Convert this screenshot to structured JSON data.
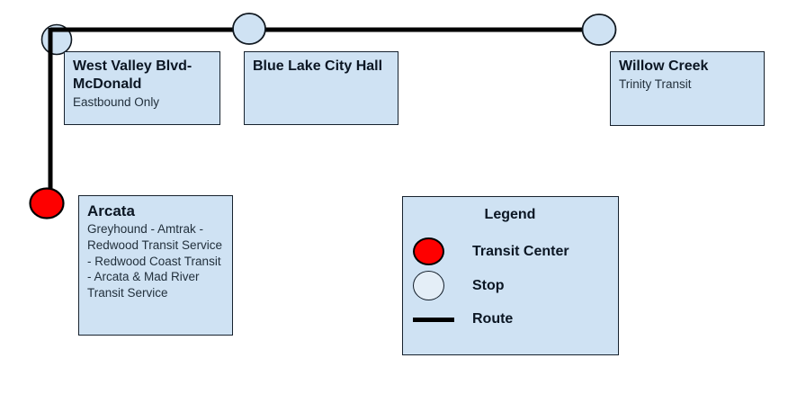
{
  "map": {
    "stops": [
      {
        "title": "West Valley Blvd-McDonald",
        "subtitle": "Eastbound Only"
      },
      {
        "title": "Blue Lake City Hall"
      },
      {
        "title": "Willow Creek",
        "subtitle": "Trinity Transit"
      },
      {
        "title": "Arcata",
        "subtitle": "Greyhound - Amtrak - Redwood Transit Service - Redwood Coast Transit - Arcata & Mad River Transit Service"
      }
    ]
  },
  "legend": {
    "title": "Legend",
    "items": [
      {
        "icon": "transit-center-icon",
        "label": "Transit Center"
      },
      {
        "icon": "stop-icon",
        "label": "Stop"
      },
      {
        "icon": "route-icon",
        "label": "Route"
      }
    ]
  },
  "colors": {
    "box_fill": "#cfe2f3",
    "box_border": "#17222e",
    "transit_center_red": "#fe0000",
    "route_line": "#000000",
    "stop_fill": "#cfe2f3"
  }
}
